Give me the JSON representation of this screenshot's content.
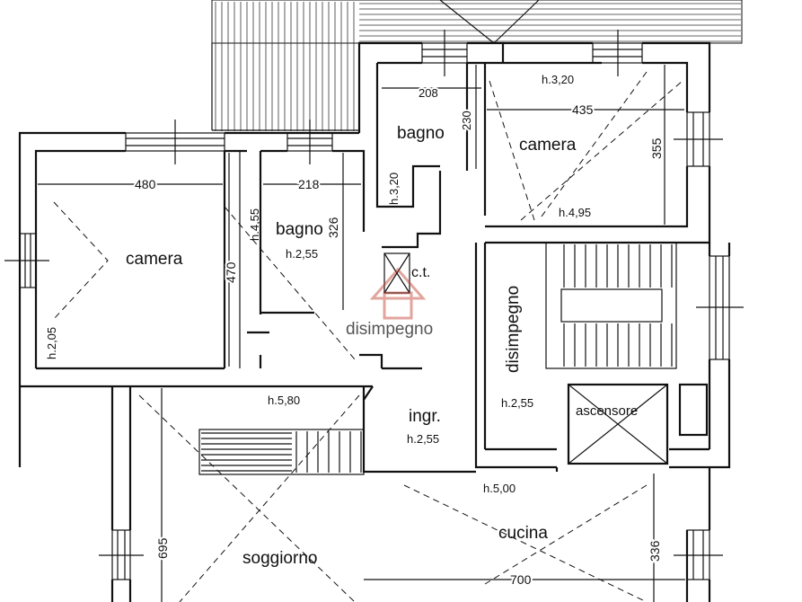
{
  "rooms": {
    "camera_left": "camera",
    "camera_right": "camera",
    "bagno_left": "bagno",
    "bagno_top": "bagno",
    "disimpegno_center": "disimpegno",
    "disimpegno_vertical": "disimpegno",
    "ascensore": "ascensore",
    "ingresso": "ingr.",
    "ct": "c.t.",
    "soggiorno": "soggiorno",
    "cucina": "cucina"
  },
  "dimensions": {
    "camera_left_width": "480",
    "camera_left_height": "470",
    "bagno_left_width": "218",
    "bagno_left_height": "326",
    "bagno_top_width": "208",
    "bagno_top_height": "230",
    "camera_right_width": "435",
    "camera_right_height": "355",
    "soggiorno_height": "695",
    "cucina_width": "700",
    "cucina_height": "336"
  },
  "heights": {
    "camera_left_a": "h.4,55",
    "camera_left_b": "h.2,05",
    "bagno_left": "h.2,55",
    "bagno_top": "h.3,20",
    "camera_right_a": "h.3,20",
    "camera_right_b": "h.4,95",
    "disimpegno": "h.2,55",
    "ingresso": "h.2,55",
    "soggiorno": "h.5,80",
    "cucina": "h.5,00"
  },
  "colors": {
    "line": "#111111",
    "watermark": "#c0392b"
  }
}
